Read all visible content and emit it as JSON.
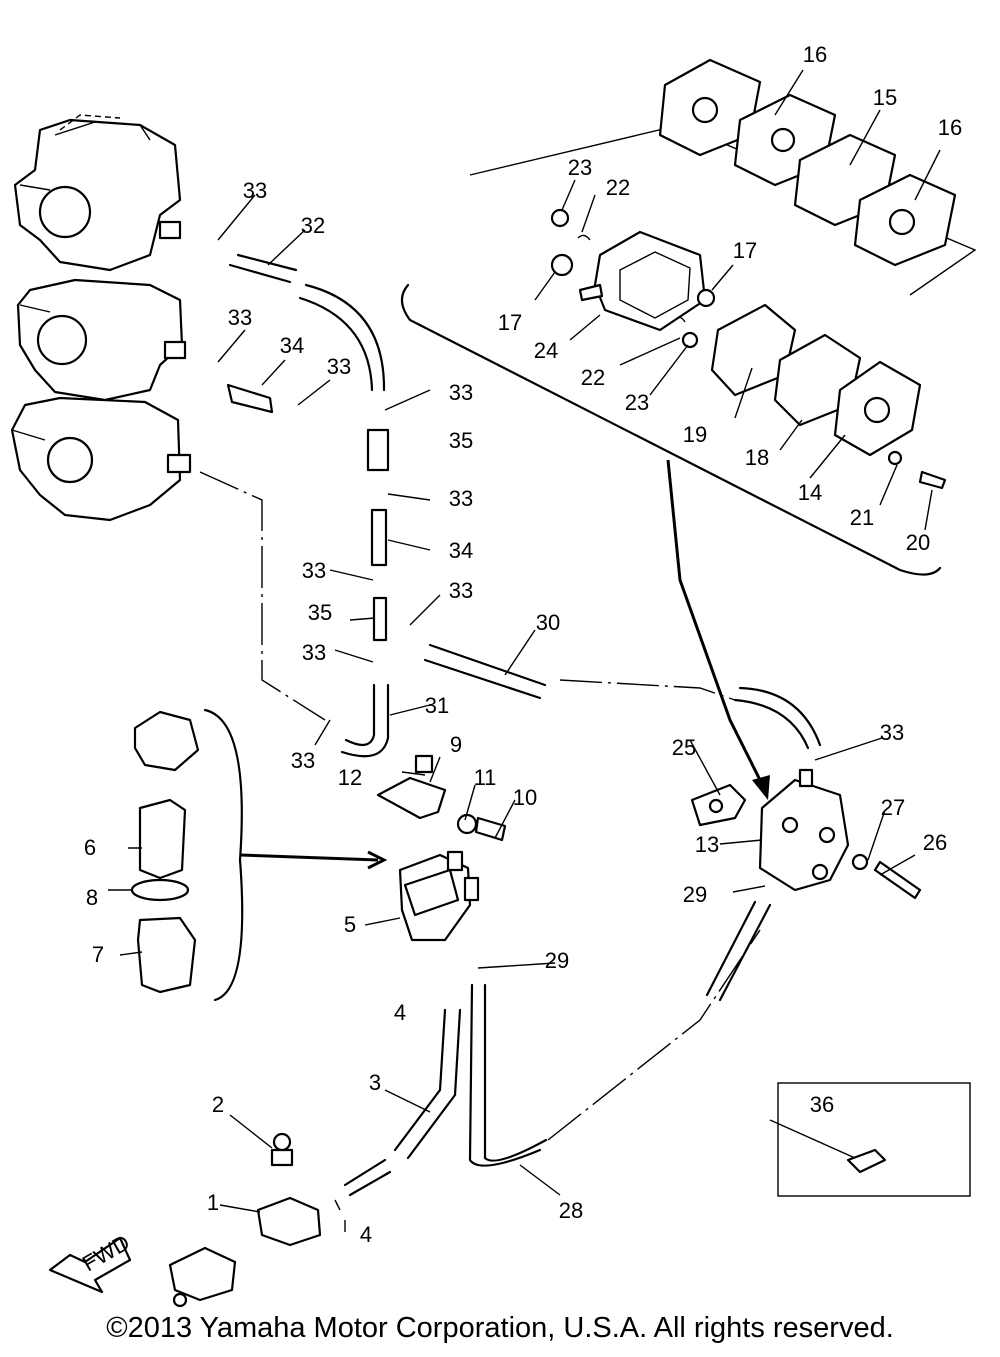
{
  "callouts": {
    "c1": "1",
    "c2": "2",
    "c3": "3",
    "c4a": "4",
    "c4b": "4",
    "c5": "5",
    "c6": "6",
    "c7": "7",
    "c8": "8",
    "c9": "9",
    "c10": "10",
    "c11": "11",
    "c12": "12",
    "c13": "13",
    "c14": "14",
    "c15": "15",
    "c16a": "16",
    "c16b": "16",
    "c17a": "17",
    "c17b": "17",
    "c18": "18",
    "c19": "19",
    "c20": "20",
    "c21": "21",
    "c22a": "22",
    "c22b": "22",
    "c23a": "23",
    "c23b": "23",
    "c24": "24",
    "c25": "25",
    "c26": "26",
    "c27": "27",
    "c28": "28",
    "c29a": "29",
    "c29b": "29",
    "c30": "30",
    "c31": "31",
    "c32": "32",
    "c33a": "33",
    "c33b": "33",
    "c33c": "33",
    "c33d": "33",
    "c33e": "33",
    "c33f": "33",
    "c33g": "33",
    "c33h": "33",
    "c33i": "33",
    "c33j": "33",
    "c34a": "34",
    "c34b": "34",
    "c35a": "35",
    "c35b": "35",
    "c36": "36"
  },
  "fwd_label": "FWD",
  "copyright": "©2013 Yamaha Motor Corporation, U.S.A. All rights reserved."
}
